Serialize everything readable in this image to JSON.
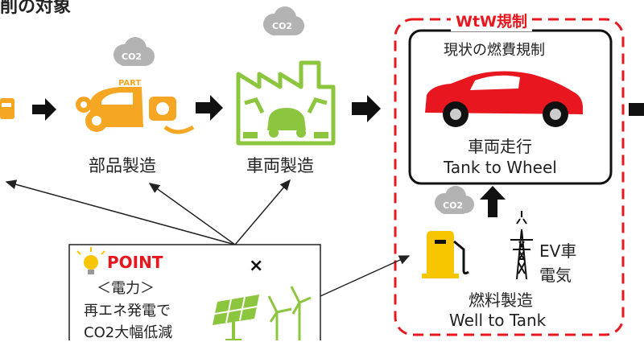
{
  "header": {
    "title": "削の対象"
  },
  "stages": {
    "parts": {
      "label": "部品製造",
      "tag": "PART"
    },
    "vehicle": {
      "label": "車両製造"
    }
  },
  "co2_label": "CO2",
  "wtw": {
    "title": "WtW規制",
    "ttw": {
      "title": "現状の燃費規制",
      "label_jp": "車両走行",
      "label_en": "Tank to Wheel"
    },
    "wtt": {
      "label_jp": "燃料製造",
      "label_en": "Well to Tank",
      "ev_line1": "EV車",
      "ev_line2": "電気"
    }
  },
  "point": {
    "title": "POINT",
    "line1": "＜電力＞",
    "line2": "再エネ発電で",
    "line3": "CO2大幅低減",
    "cross": "×"
  },
  "colors": {
    "orange": "#f5a623",
    "green": "#8cc63f",
    "red": "#e8171f",
    "yellow": "#f7c600",
    "gray": "#b3b3b3"
  }
}
